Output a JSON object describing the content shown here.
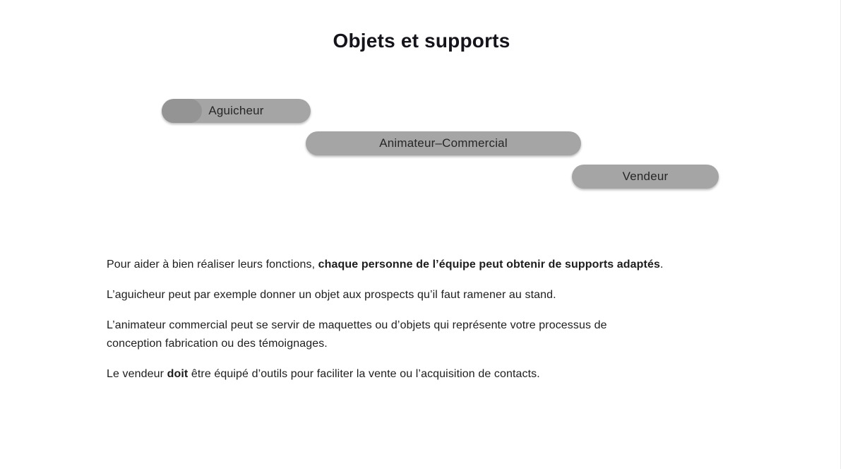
{
  "slide": {
    "title": "Objets et supports",
    "pills": [
      {
        "label": "Aguicheur"
      },
      {
        "label": "Animateur–Commercial"
      },
      {
        "label": "Vendeur"
      }
    ],
    "paragraphs": [
      {
        "runs": [
          {
            "text": "Pour aider à bien réaliser leurs fonctions, "
          },
          {
            "text": "chaque personne de l’équipe peut obtenir de supports adaptés",
            "bold": true
          },
          {
            "text": "."
          }
        ]
      },
      {
        "runs": [
          {
            "text": "L’aguicheur peut par exemple donner un objet aux prospects qu’il faut ramener au stand."
          }
        ]
      },
      {
        "runs": [
          {
            "text": "L’animateur commercial peut se servir de maquettes ou d’objets qui représente votre processus de"
          },
          {
            "br": true
          },
          {
            "text": "conception fabrication ou des témoignages."
          }
        ]
      },
      {
        "runs": [
          {
            "text": "Le vendeur "
          },
          {
            "text": "doit",
            "bold": true
          },
          {
            "text": " être équipé d’outils pour faciliter la vente ou l’acquisition de contacts."
          }
        ]
      }
    ]
  },
  "colors": {
    "pill_background": "#a5a5a5",
    "pill_left_cap_overlay": "rgba(0,0,0,0.10)",
    "pill_text": "#262626",
    "title_text": "#14141a",
    "body_text": "#1d1d1d",
    "window_edge_line": "#ebebeb"
  }
}
